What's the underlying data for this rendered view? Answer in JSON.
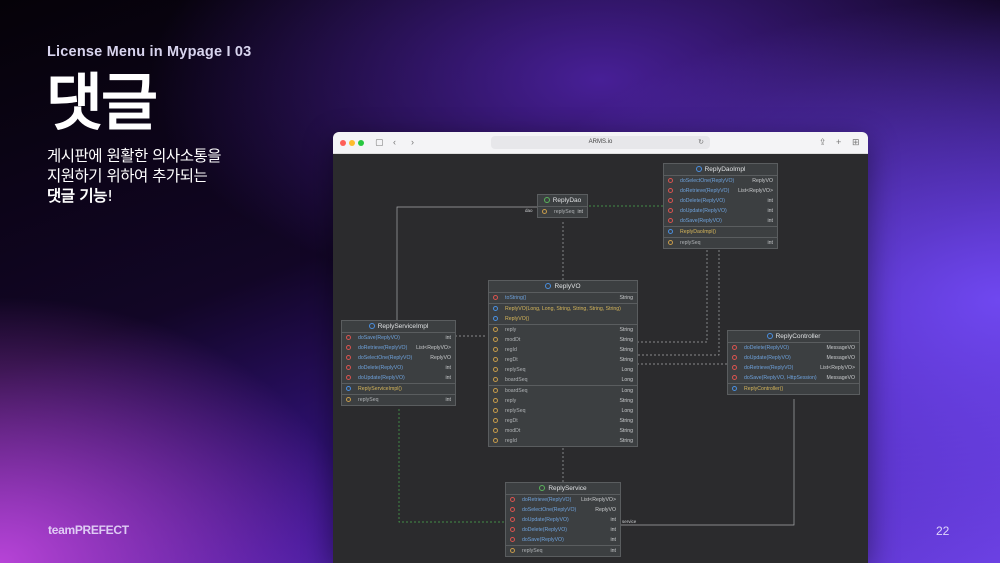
{
  "slide": {
    "eyebrow": "License Menu in Mypage I 03",
    "title": "댓글",
    "desc_line1": "게시판에 원활한 의사소통을",
    "desc_line2": "지원하기 위하여 추가되는",
    "desc_bold": "댓글 기능",
    "desc_tail": "!",
    "brand": "teamPREFECT",
    "page_number": "22"
  },
  "browser": {
    "url": "ARMS.io"
  },
  "diagram": {
    "reply_dao": {
      "title": "ReplyDao",
      "rows": [
        {
          "name": "replySeq",
          "type": "int"
        }
      ]
    },
    "reply_dao_impl": {
      "title": "ReplyDaoImpl",
      "rows": [
        {
          "name": "doSelectOne(ReplyVO)",
          "type": "ReplyVO"
        },
        {
          "name": "doRetrieve(ReplyVO)",
          "type": "List<ReplyVO>"
        },
        {
          "name": "doDelete(ReplyVO)",
          "type": "int"
        },
        {
          "name": "doUpdate(ReplyVO)",
          "type": "int"
        },
        {
          "name": "doSave(ReplyVO)",
          "type": "int"
        },
        {
          "name": "ReplyDaoImpl()",
          "type": ""
        },
        {
          "name": "replySeq",
          "type": "int"
        }
      ]
    },
    "reply_vo": {
      "title": "ReplyVO",
      "rows": [
        {
          "name": "toString()",
          "type": "String"
        },
        {
          "name": "ReplyVO(Long, Long, String, String, String, String)",
          "type": ""
        },
        {
          "name": "ReplyVO()",
          "type": ""
        },
        {
          "name": "reply",
          "type": "String"
        },
        {
          "name": "modDt",
          "type": "String"
        },
        {
          "name": "regId",
          "type": "String"
        },
        {
          "name": "regDt",
          "type": "String"
        },
        {
          "name": "replySeq",
          "type": "Long"
        },
        {
          "name": "boardSeq",
          "type": "Long"
        },
        {
          "name": "boardSeq",
          "type": "Long"
        },
        {
          "name": "reply",
          "type": "String"
        },
        {
          "name": "replySeq",
          "type": "Long"
        },
        {
          "name": "regDt",
          "type": "String"
        },
        {
          "name": "modDt",
          "type": "String"
        },
        {
          "name": "regId",
          "type": "String"
        }
      ]
    },
    "reply_service_impl": {
      "title": "ReplyServiceImpl",
      "rows": [
        {
          "name": "doSave(ReplyVO)",
          "type": "int"
        },
        {
          "name": "doRetrieve(ReplyVO)",
          "type": "List<ReplyVO>"
        },
        {
          "name": "doSelectOne(ReplyVO)",
          "type": "ReplyVO"
        },
        {
          "name": "doDelete(ReplyVO)",
          "type": "int"
        },
        {
          "name": "doUpdate(ReplyVO)",
          "type": "int"
        },
        {
          "name": "ReplyServiceImpl()",
          "type": ""
        },
        {
          "name": "replySeq",
          "type": "int"
        }
      ]
    },
    "reply_controller": {
      "title": "ReplyController",
      "rows": [
        {
          "name": "doDelete(ReplyVO)",
          "type": "MessageVO"
        },
        {
          "name": "doUpdate(ReplyVO)",
          "type": "MessageVO"
        },
        {
          "name": "doRetrieve(ReplyVO)",
          "type": "List<ReplyVO>"
        },
        {
          "name": "doSave(ReplyVO, HttpSession)",
          "type": "MessageVO"
        },
        {
          "name": "ReplyController()",
          "type": ""
        }
      ]
    },
    "reply_service": {
      "title": "ReplyService",
      "rows": [
        {
          "name": "doRetrieve(ReplyVO)",
          "type": "List<ReplyVO>"
        },
        {
          "name": "doSelectOne(ReplyVO)",
          "type": "ReplyVO"
        },
        {
          "name": "doUpdate(ReplyVO)",
          "type": "int"
        },
        {
          "name": "doDelete(ReplyVO)",
          "type": "int"
        },
        {
          "name": "doSave(ReplyVO)",
          "type": "int"
        },
        {
          "name": "replySeq",
          "type": "int"
        }
      ]
    },
    "labels": {
      "dao": "dao",
      "service": "service"
    }
  }
}
